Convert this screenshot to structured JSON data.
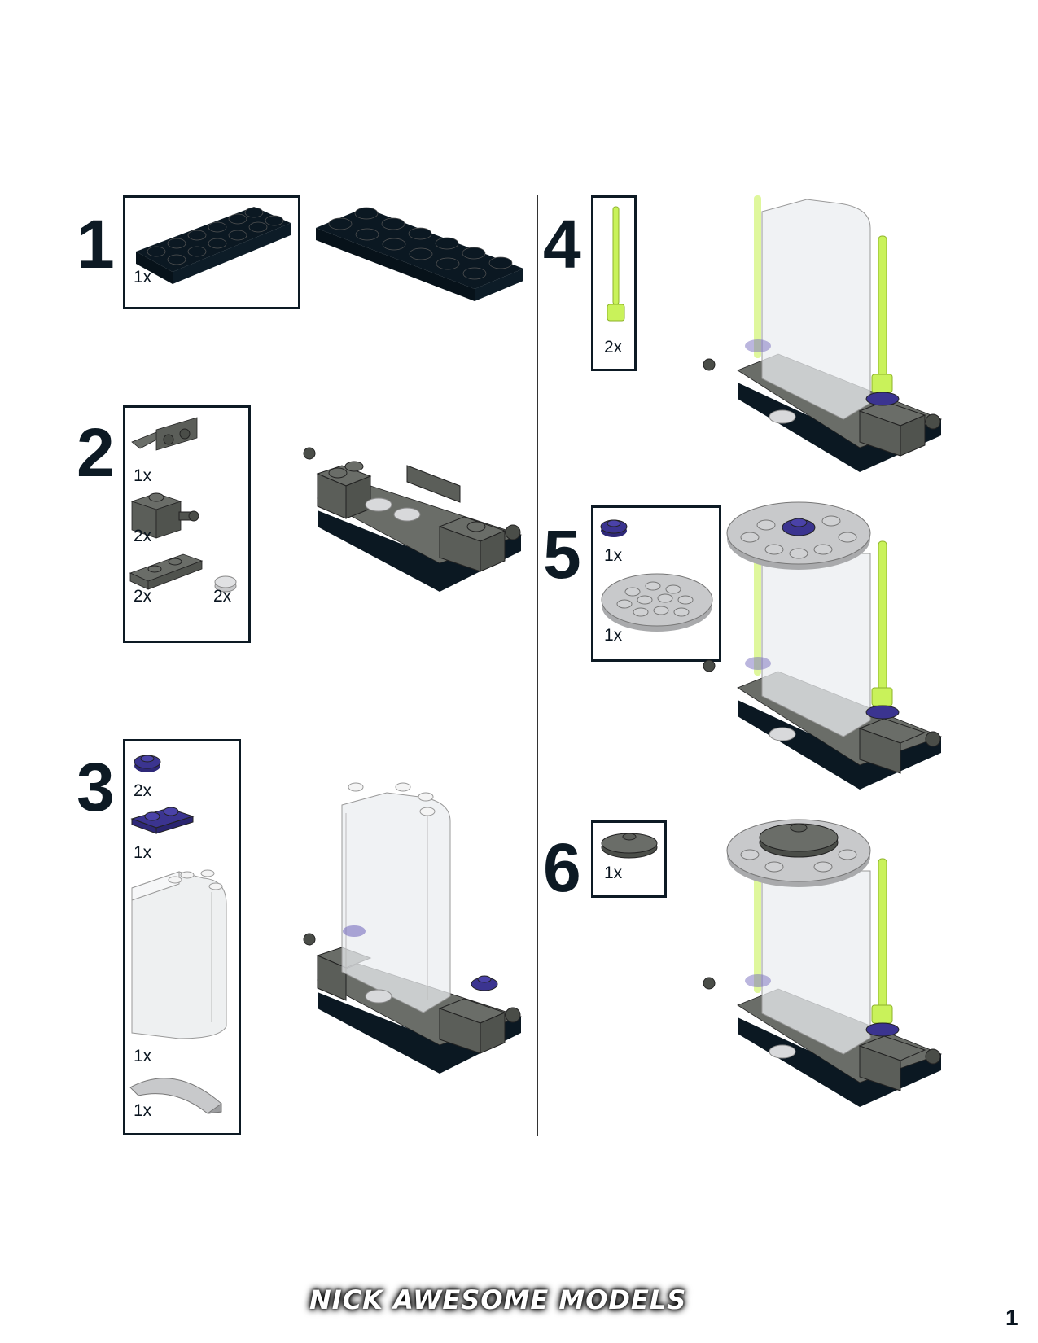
{
  "steps": [
    {
      "number": "1",
      "parts": [
        {
          "qty": "1x",
          "part": "black-plate-2x6-icon"
        }
      ]
    },
    {
      "number": "2",
      "parts": [
        {
          "qty": "1x",
          "part": "bracket-icon"
        },
        {
          "qty": "2x",
          "part": "brick-with-pin-icon"
        },
        {
          "qty": "2x",
          "part": "plate-with-clip-icon"
        },
        {
          "qty": "2x",
          "part": "round-tile-icon"
        }
      ]
    },
    {
      "number": "3",
      "parts": [
        {
          "qty": "2x",
          "part": "round-plate-icon"
        },
        {
          "qty": "1x",
          "part": "plate-1x2-icon"
        },
        {
          "qty": "1x",
          "part": "transparent-cylinder-half-icon"
        },
        {
          "qty": "1x",
          "part": "curved-slope-icon"
        }
      ]
    },
    {
      "number": "4",
      "parts": [
        {
          "qty": "2x",
          "part": "antenna-icon"
        }
      ]
    },
    {
      "number": "5",
      "parts": [
        {
          "qty": "1x",
          "part": "round-plate-icon"
        },
        {
          "qty": "1x",
          "part": "round-plate-4x4-icon"
        }
      ]
    },
    {
      "number": "6",
      "parts": [
        {
          "qty": "1x",
          "part": "dish-icon"
        }
      ]
    }
  ],
  "footer": {
    "logo": "Nick Awesome Models",
    "page_number": "1"
  },
  "colors": {
    "black": "#0b1822",
    "dark_gray": "#5b5e59",
    "light_gray": "#c8c9cb",
    "blue": "#3b3490",
    "lime": "#c9f25a",
    "trans": "#e8ecee"
  }
}
